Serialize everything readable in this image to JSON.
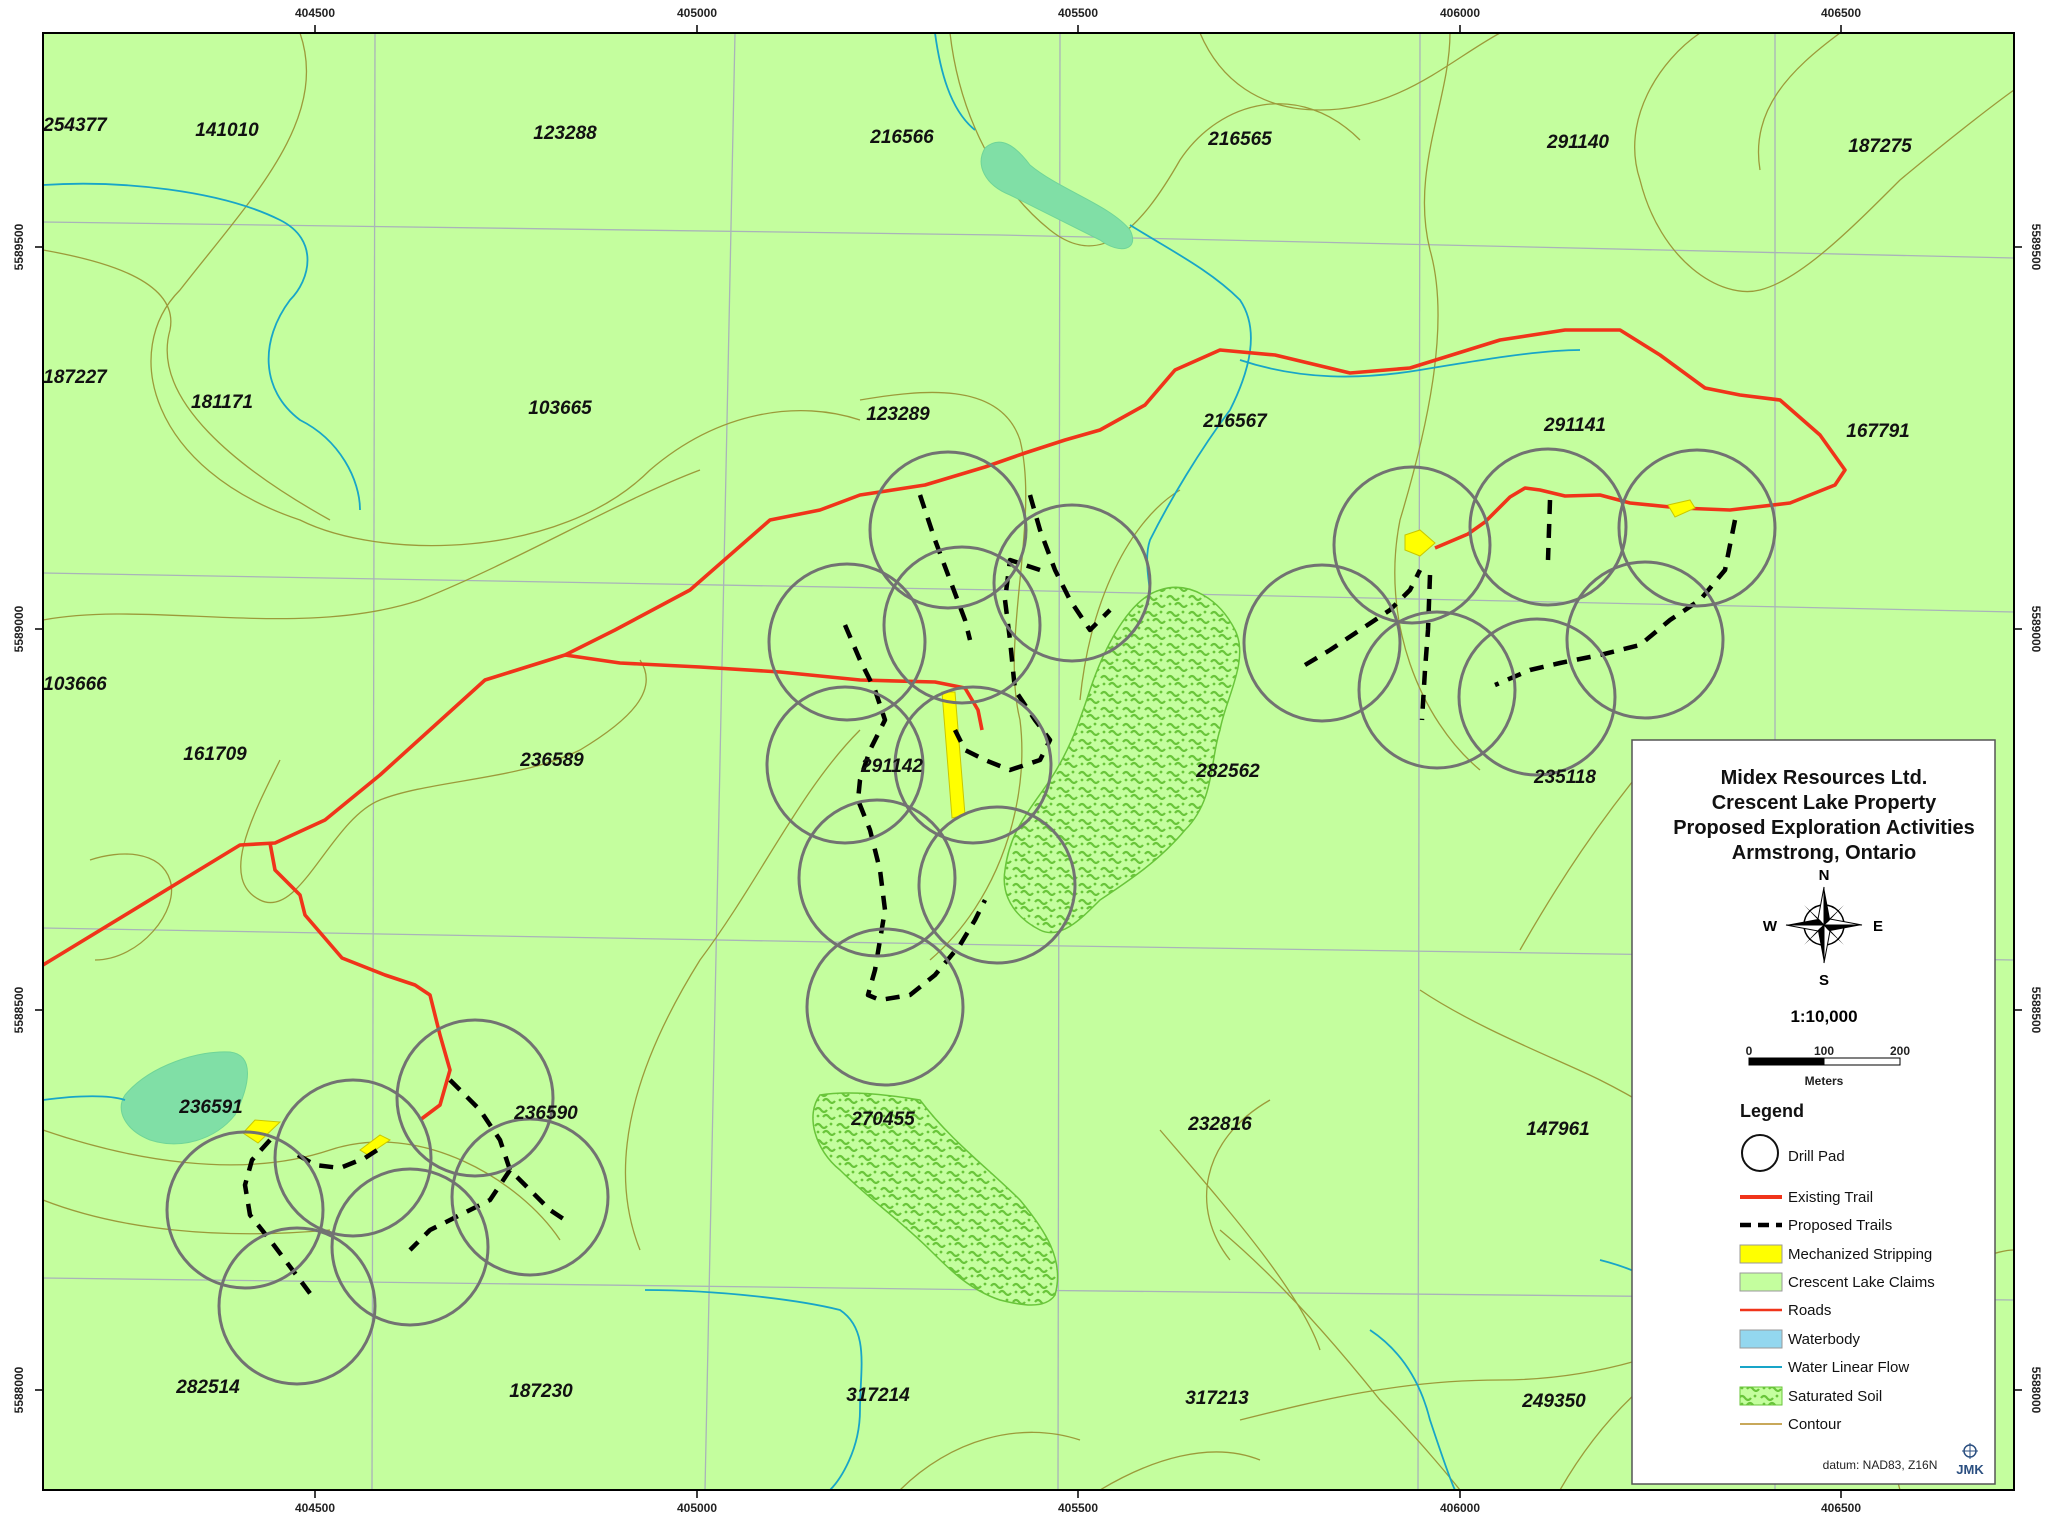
{
  "title": {
    "company": "Midex Resources Ltd.",
    "property": "Crescent Lake Property",
    "subject": "Proposed Exploration Activities",
    "location": "Armstrong, Ontario"
  },
  "compass": {
    "n": "N",
    "s": "S",
    "e": "E",
    "w": "W"
  },
  "scale": {
    "ratio": "1:10,000",
    "tick_0": "0",
    "tick_1": "100",
    "tick_2": "200",
    "unit": "Meters"
  },
  "legend": {
    "heading": "Legend",
    "items": [
      "Drill Pad",
      "Existing Trail",
      "Proposed Trails",
      "Mechanized Stripping",
      "Crescent Lake Claims",
      "Roads",
      "Waterbody",
      "Water Linear Flow",
      "Saturated Soil",
      "Contour"
    ],
    "datum": "datum: NAD83, Z16N",
    "logo": "JMK"
  },
  "colors": {
    "claims": "#c4fe9e",
    "existing_trail": "#f0341a",
    "proposed_trail": "#000000",
    "stripping": "#ffff00",
    "waterbody": "#80dfa6",
    "legend_waterbody": "#93d7ef",
    "stream": "#18a5c8",
    "contour": "#9c9a3a",
    "drill_pad": "#6e6e6e",
    "saturated_soil": "#69c53a"
  },
  "grid": {
    "eastings": [
      "404500",
      "405000",
      "405500",
      "406000",
      "406500"
    ],
    "northings": [
      "5589500",
      "5589000",
      "5588500",
      "5588000"
    ]
  },
  "claims": [
    "254377",
    "141010",
    "123288",
    "216566",
    "216565",
    "291140",
    "187275",
    "187227",
    "181171",
    "103665",
    "123289",
    "216567",
    "291141",
    "167791",
    "103666",
    "161709",
    "236589",
    "291142",
    "282562",
    "235118",
    "236591",
    "236590",
    "270455",
    "232816",
    "147961",
    "282514",
    "187230",
    "317214",
    "317213",
    "249350"
  ]
}
